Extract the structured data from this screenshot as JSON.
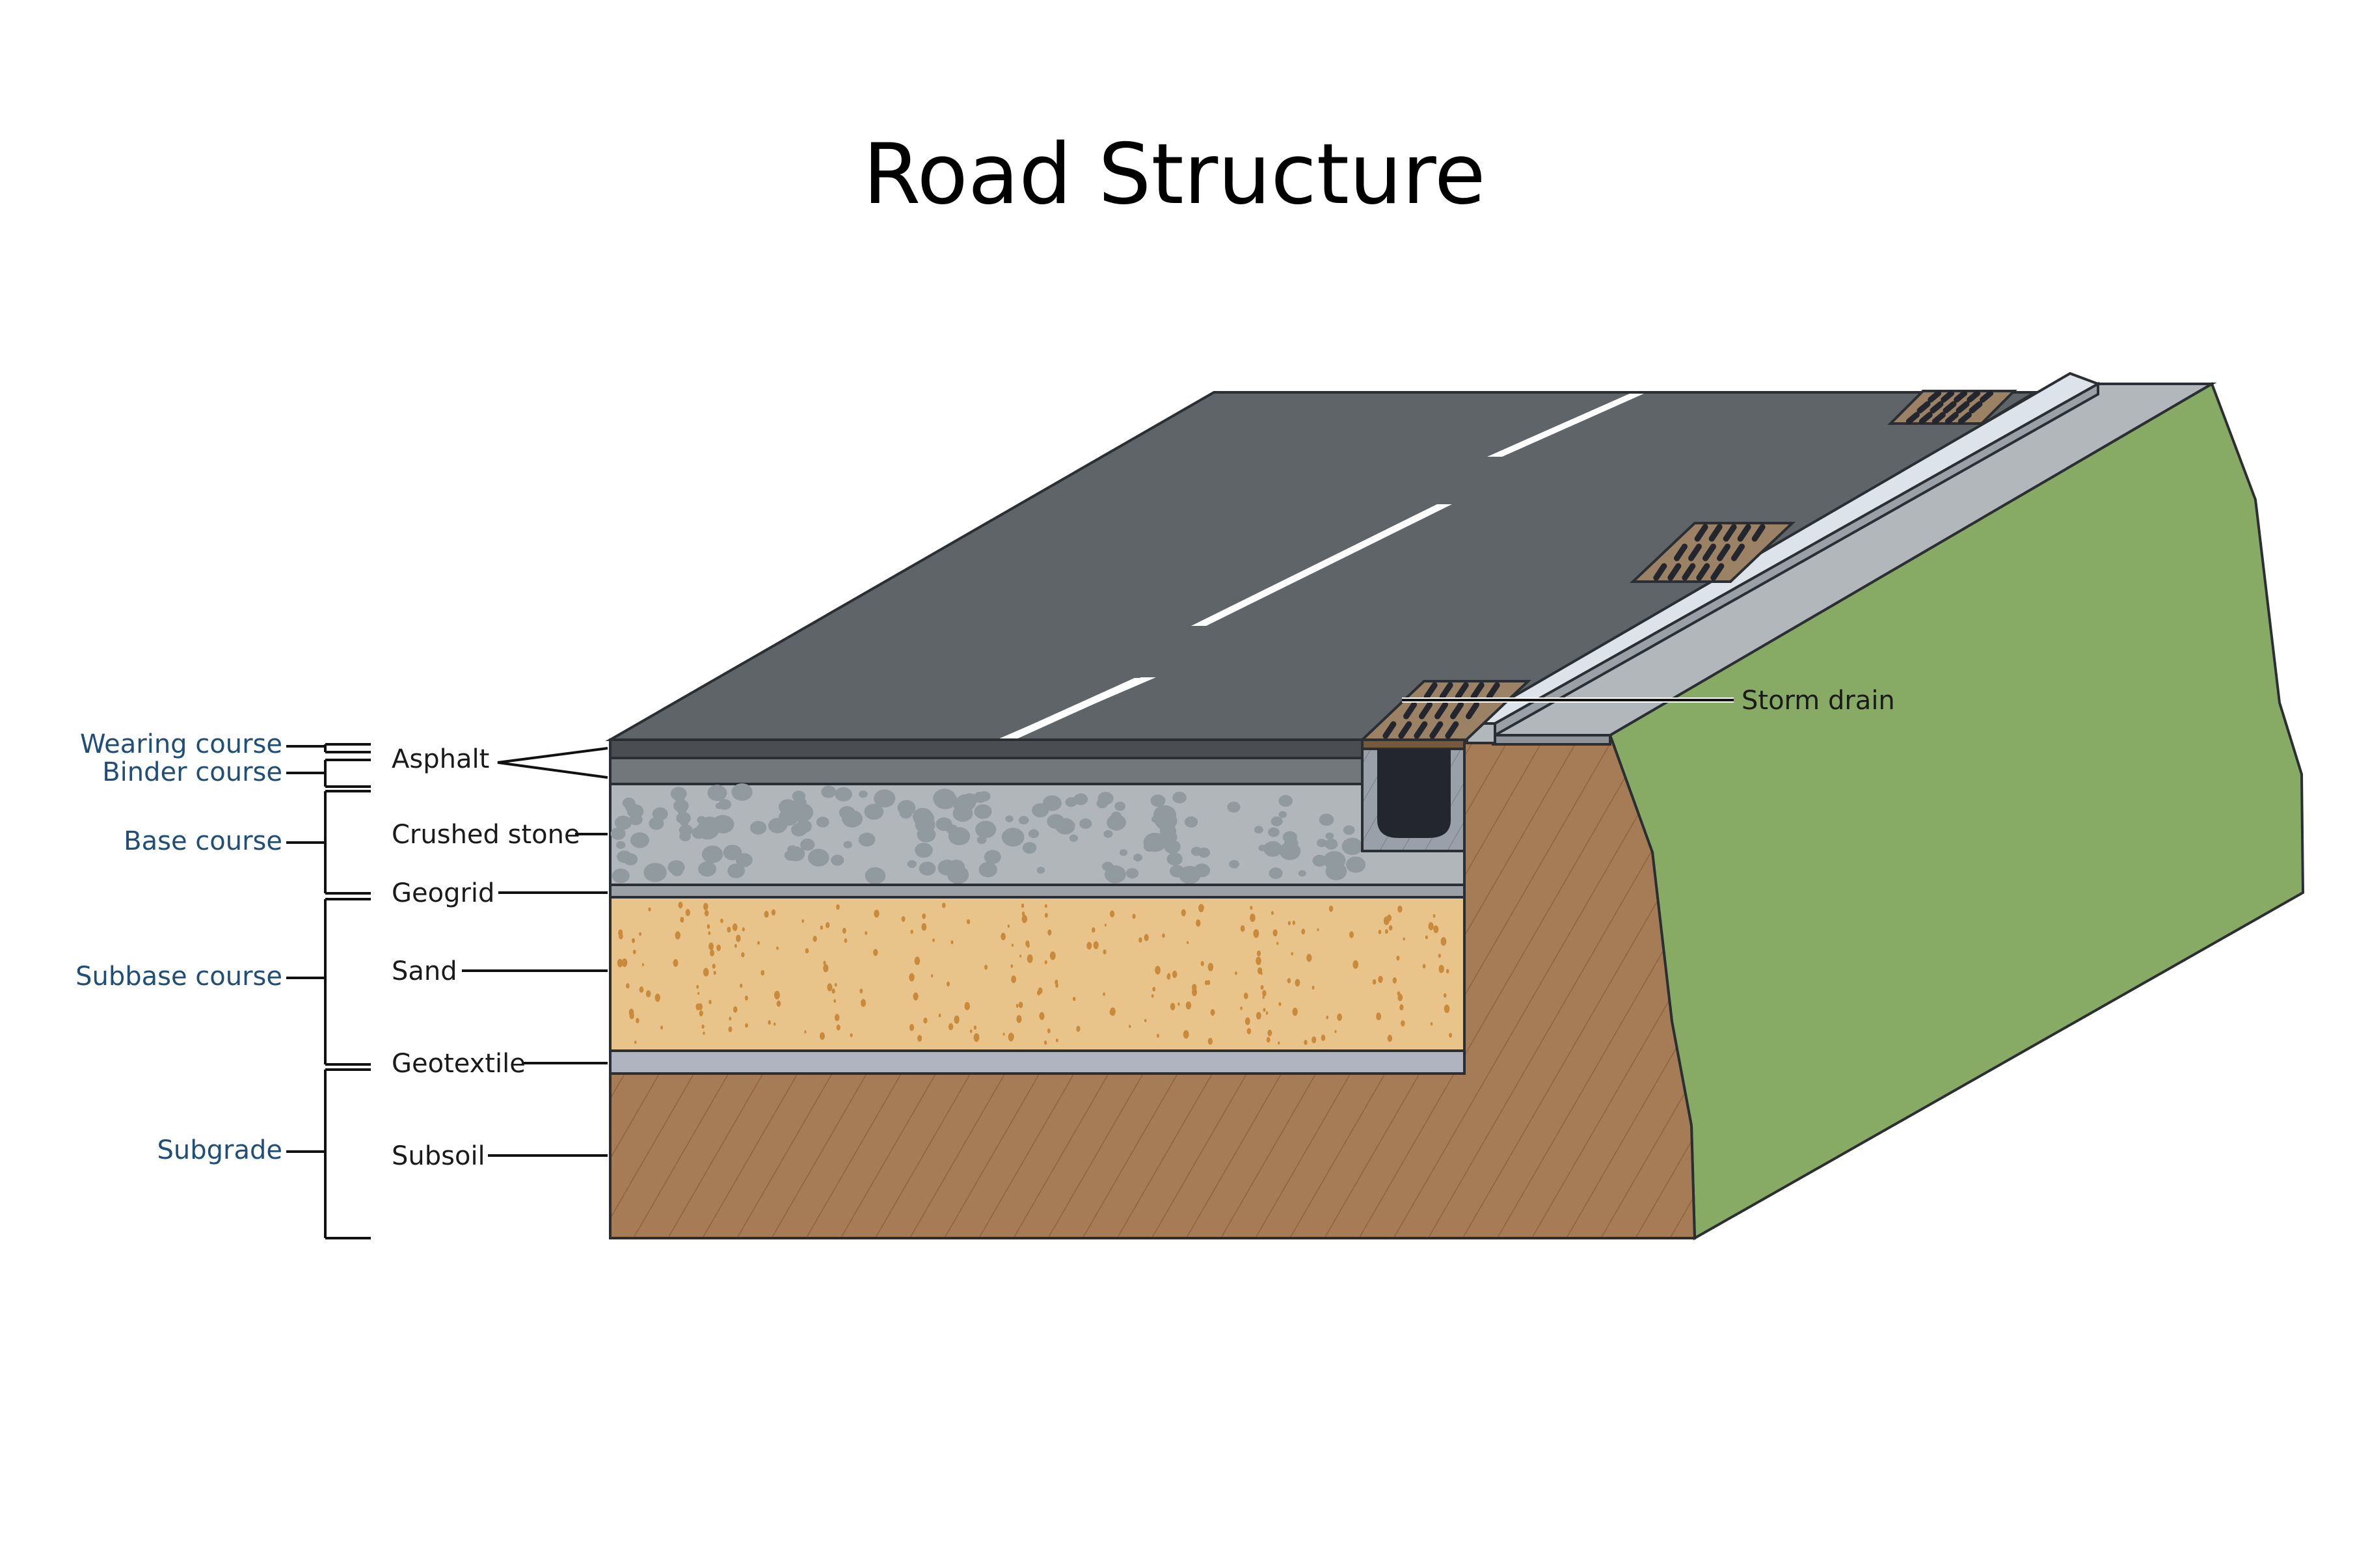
{
  "title": "Road Structure",
  "groups": [
    {
      "id": "wearing",
      "label": "Wearing course"
    },
    {
      "id": "binder",
      "label": "Binder course"
    },
    {
      "id": "base",
      "label": "Base course"
    },
    {
      "id": "subbase",
      "label": "Subbase course"
    },
    {
      "id": "subgrade",
      "label": "Subgrade"
    }
  ],
  "materials": [
    {
      "id": "asphalt",
      "label": "Asphalt"
    },
    {
      "id": "crushed_stone",
      "label": "Crushed stone"
    },
    {
      "id": "geogrid",
      "label": "Geogrid"
    },
    {
      "id": "sand",
      "label": "Sand"
    },
    {
      "id": "geotextile",
      "label": "Geotextile"
    },
    {
      "id": "subsoil",
      "label": "Subsoil"
    }
  ],
  "callouts": {
    "storm_drain": "Storm drain"
  },
  "colors": {
    "road_surface": "#5f6468",
    "wearing": "#4a4e52",
    "binder": "#72777b",
    "crushed_stone": "#b0b6b9",
    "stone_dots": "#919a9e",
    "geogrid": "#9aa0a8",
    "sand": "#e8c48a",
    "sand_dots": "#c98a3c",
    "geotextile": "#b0b4c0",
    "subsoil": "#a67c56",
    "hatch": "#8c6440",
    "grass": "#87ab64",
    "curb_top": "#dde3ea",
    "sidewalk": "#b1b7ba",
    "grate": "#9c8264",
    "grate_slot": "#23262e",
    "group_text": "#1f4e79"
  }
}
